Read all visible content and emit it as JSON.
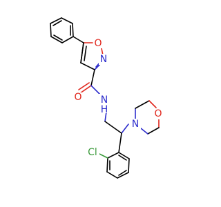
{
  "atoms": {
    "isoxazole_o": {
      "label": "O",
      "color": "#e0261c"
    },
    "isoxazole_n": {
      "label": "N",
      "color": "#2b2bcc"
    },
    "carbonyl_o": {
      "label": "O",
      "color": "#e0261c"
    },
    "amide_n": {
      "label": "N",
      "color": "#2b2bcc"
    },
    "amide_h": {
      "label": "H",
      "color": "#2b2bcc"
    },
    "morpholine_n": {
      "label": "N",
      "color": "#2b2bcc"
    },
    "morpholine_o": {
      "label": "O",
      "color": "#e0261c"
    },
    "chlorine": {
      "label": "Cl",
      "color": "#3a9a3a"
    }
  }
}
